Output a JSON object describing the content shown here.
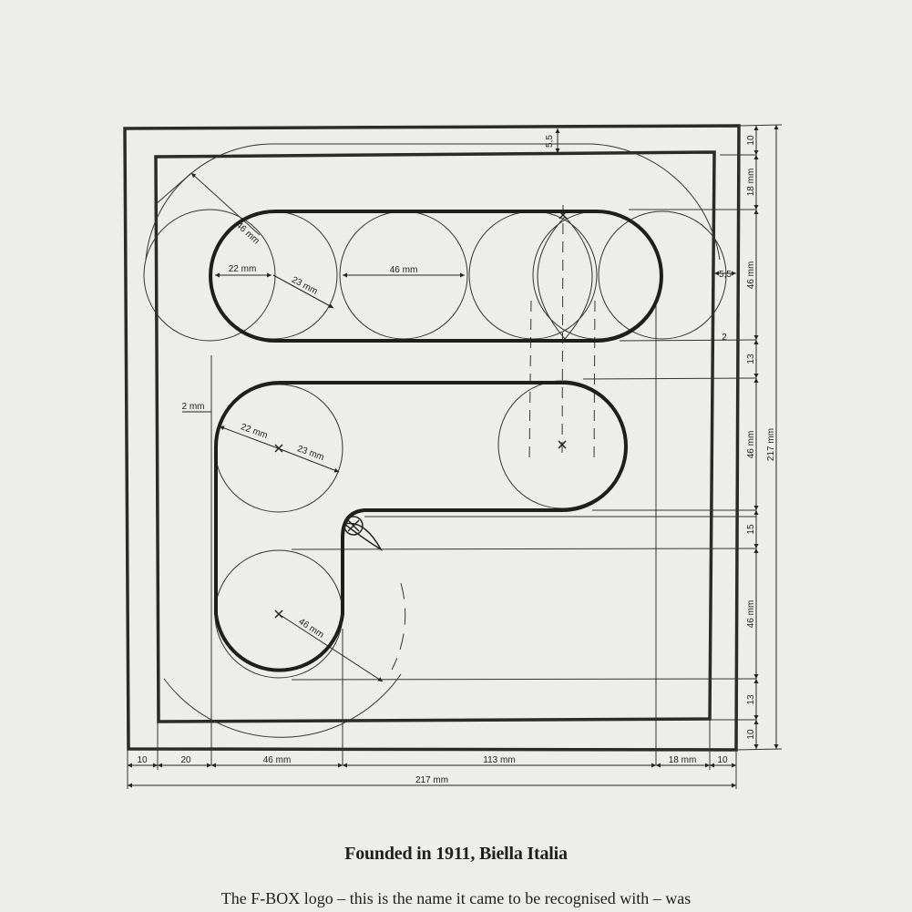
{
  "caption": {
    "title": "Founded in 1911, Biella Italia",
    "text": "The F-BOX logo – this is the name it came to be recognised with – was"
  },
  "dimensions": {
    "bottom": {
      "d10a": "10",
      "d20": "20",
      "d46": "46 mm",
      "d113": "113 mm",
      "d18": "18 mm",
      "d10b": "10",
      "total": "217 mm"
    },
    "right": {
      "d10a": "10",
      "d18": "18 mm",
      "d46a": "46 mm",
      "d13a": "13",
      "d46b": "46 mm",
      "d15": "15",
      "d46c": "46 mm",
      "d13b": "13",
      "d10b": "10",
      "total": "217 mm"
    },
    "inner": {
      "gap_top": "5,5",
      "gap_side": "5,5",
      "gap_small": "2",
      "gap_left": "2 mm",
      "r46_diag": "46 mm",
      "r22_top": "22 mm",
      "r23_top": "23 mm",
      "d46_mid": "46 mm",
      "r22_mid": "22 mm",
      "r23_mid": "23 mm",
      "r46_bottom": "46 mm"
    }
  }
}
